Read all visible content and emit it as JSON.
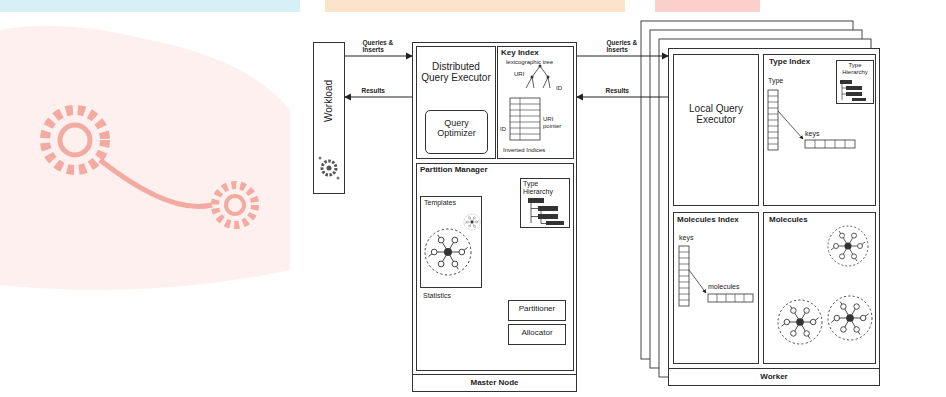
{
  "diagram": {
    "nodes": [
      {
        "text": [
          "Workload"
        ]
      },
      {
        "text": [
          "Master Node"
        ]
      },
      {
        "text": [
          "Distributed Query Executor"
        ],
        "in": 1
      },
      {
        "text": [
          "Query Optimizer"
        ],
        "in": 2
      },
      {
        "text": [
          "Key Index",
          "lexicographic tree",
          "URI",
          "ID",
          "ID",
          "URI pointer",
          "Inverted Indices"
        ],
        "in": 1
      },
      {
        "text": [
          "Partition Manager"
        ],
        "in": 1
      },
      {
        "text": [
          "Type Hierarchy"
        ],
        "in": 5
      },
      {
        "text": [
          "Templates",
          "Statistics"
        ],
        "in": 5
      },
      {
        "text": [
          "Partitioner"
        ],
        "in": 5
      },
      {
        "text": [
          "Allocator"
        ],
        "in": 5
      },
      {
        "text": [
          "Worker"
        ]
      },
      {
        "text": [
          "Local Query Executor"
        ],
        "in": 10
      },
      {
        "text": [
          "Type Index",
          "Type",
          "keys"
        ],
        "in": 10
      },
      {
        "text": [
          "Type Hierarchy"
        ],
        "in": 12
      },
      {
        "text": [
          "Molecules Index",
          "keys",
          "molecules"
        ],
        "in": 10
      },
      {
        "text": [
          "Molecules"
        ],
        "in": 10
      }
    ],
    "edges": [
      {
        "from": 0,
        "to": 1,
        "label": "Queries & Inserts",
        "arrow": "to"
      },
      {
        "from": 1,
        "to": 0,
        "label": "Results",
        "arrow": "to"
      },
      {
        "from": 1,
        "to": 10,
        "label": "Queries & Inserts",
        "arrow": "to"
      },
      {
        "from": 10,
        "to": 1,
        "label": "Results",
        "arrow": "to"
      }
    ]
  }
}
